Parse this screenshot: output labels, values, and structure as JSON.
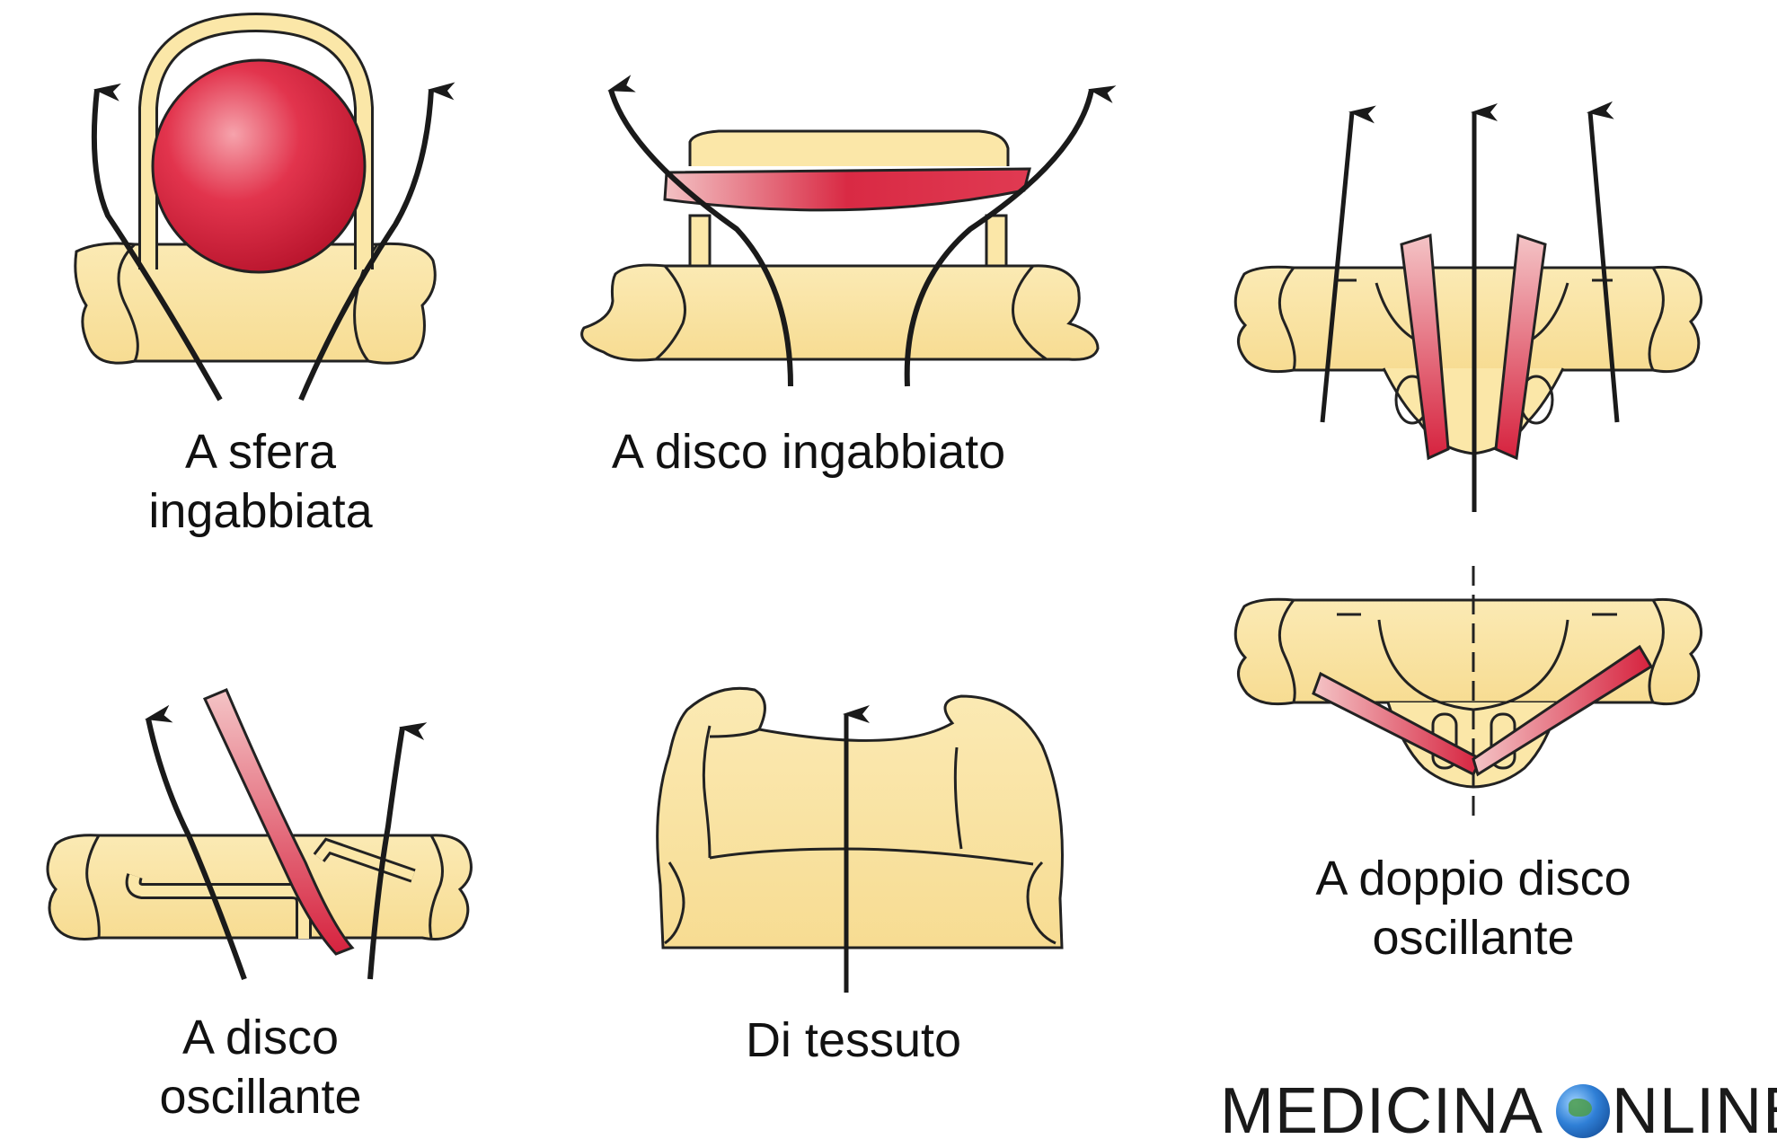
{
  "figure": {
    "colors": {
      "housing": "#fbe7a8",
      "housing_stroke": "#222222",
      "occluder_red": "#d4213c",
      "occluder_light": "#f2b8bd",
      "arrow": "#1a1a1a"
    },
    "valves": [
      {
        "id": "ball-cage",
        "caption_lines": [
          "A sfera",
          "ingabbiata"
        ]
      },
      {
        "id": "caged-disc",
        "caption_lines": [
          "A disco ingabbiato"
        ]
      },
      {
        "id": "bileaflet-closed",
        "caption_lines": []
      },
      {
        "id": "tilting-disc",
        "caption_lines": [
          "A disco",
          "oscillante"
        ]
      },
      {
        "id": "tissue",
        "caption_lines": [
          "Di tessuto"
        ]
      },
      {
        "id": "bileaflet",
        "caption_lines": [
          "A doppio disco",
          "oscillante"
        ]
      }
    ]
  },
  "watermark": {
    "text_before": "MEDICINA",
    "text_after": "NLINE",
    "icon": "globe-icon"
  }
}
